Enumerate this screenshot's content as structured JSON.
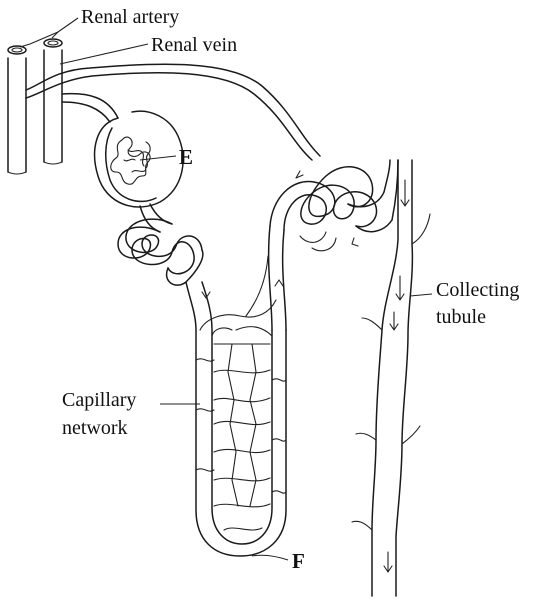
{
  "labels": {
    "renal_artery": "Renal artery",
    "renal_vein": "Renal vein",
    "point_e": "E",
    "collecting_tubule_line1": "Collecting",
    "collecting_tubule_line2": "tubule",
    "capillary_network_line1": "Capillary",
    "capillary_network_line2": "network",
    "point_f": "F"
  }
}
